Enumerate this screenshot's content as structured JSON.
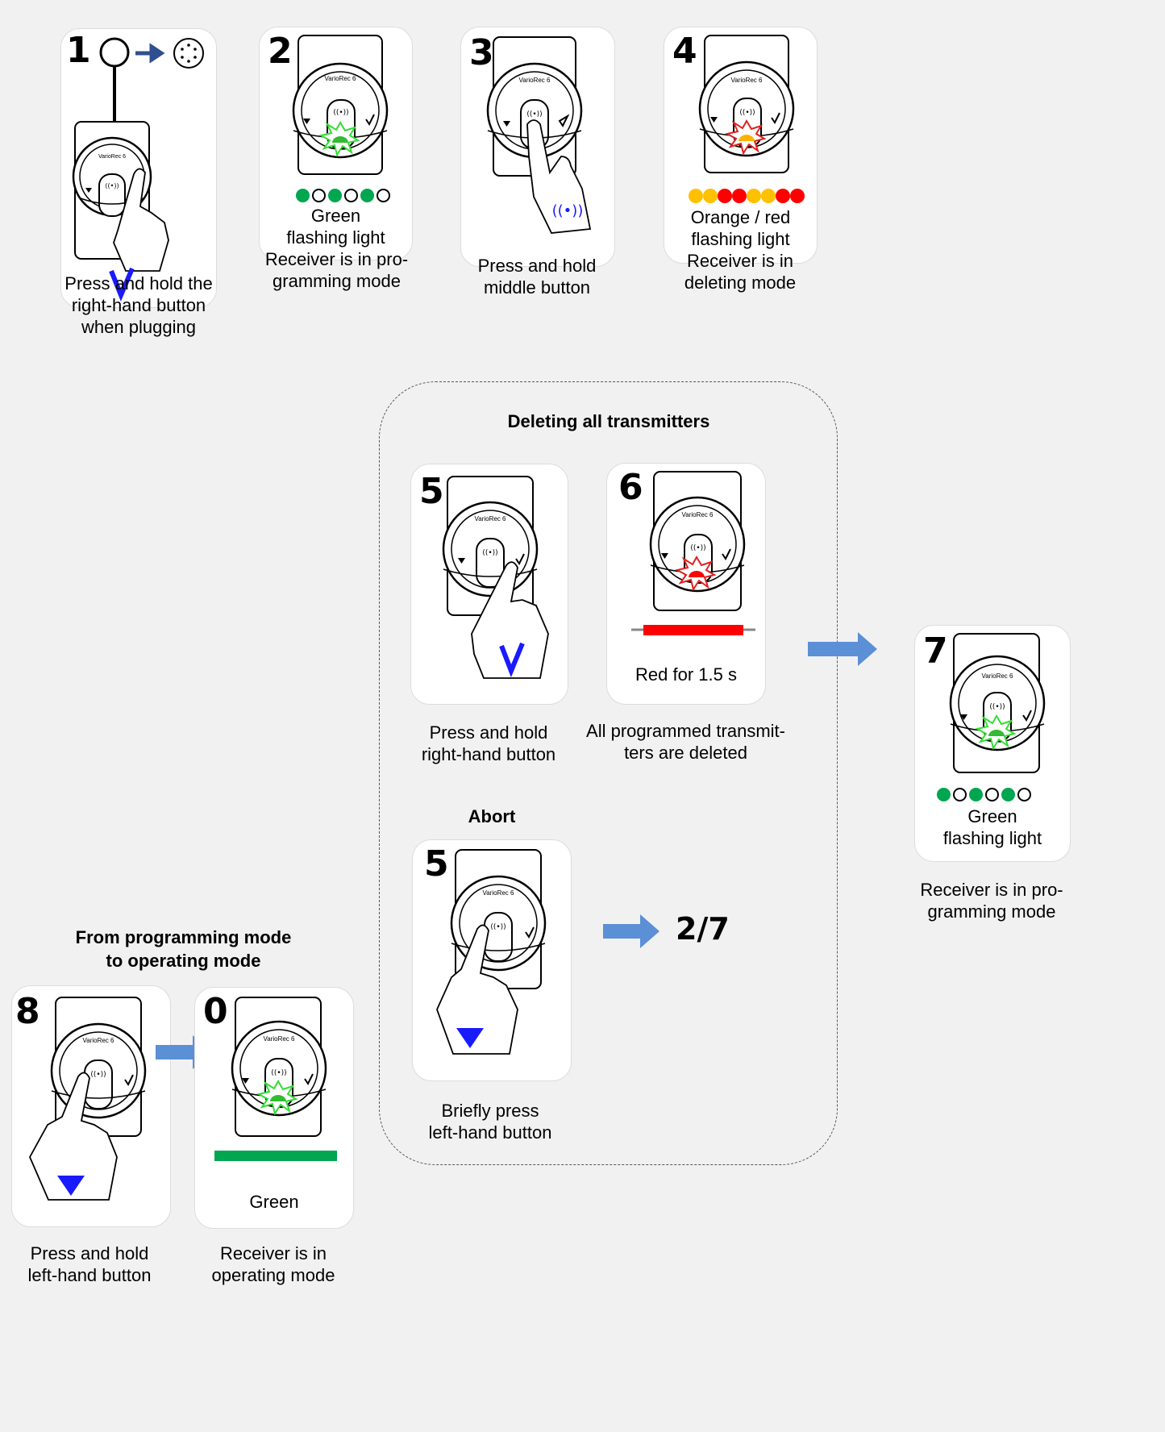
{
  "steps": {
    "s1": {
      "num": "1",
      "caption_lines": [
        "Press and hold the",
        "right-hand button",
        "when plugging"
      ]
    },
    "s2": {
      "num": "2",
      "card_lines": [
        "Green",
        "flashing light"
      ],
      "caption_lines": [
        "Receiver is in pro-",
        "gramming mode"
      ]
    },
    "s3": {
      "num": "3",
      "caption_lines": [
        "Press and hold",
        "middle button"
      ]
    },
    "s4": {
      "num": "4",
      "card_lines": [
        "Orange / red",
        "flashing light"
      ],
      "caption_lines": [
        "Receiver is in",
        "deleting mode"
      ]
    },
    "s5": {
      "num": "5",
      "caption_lines": [
        "Press and hold",
        "right-hand button"
      ]
    },
    "s6": {
      "num": "6",
      "card_text": "Red for 1.5 s",
      "caption_lines": [
        "All programmed transmit-",
        "ters are deleted"
      ]
    },
    "s5b": {
      "num": "5",
      "caption_lines": [
        "Briefly press",
        "left-hand button"
      ]
    },
    "s7": {
      "num": "7",
      "card_lines": [
        "Green",
        "flashing light"
      ],
      "caption_lines": [
        "Receiver is in pro-",
        "gramming mode"
      ]
    },
    "s8": {
      "num": "8",
      "caption_lines": [
        "Press and hold",
        "left-hand button"
      ]
    },
    "s0": {
      "num": "0",
      "card_text": "Green",
      "caption_lines": [
        "Receiver is in",
        "operating mode"
      ]
    }
  },
  "headings": {
    "delete_all": "Deleting all transmitters",
    "abort": "Abort",
    "prog_to_op_line1": "From programming mode",
    "prog_to_op_line2": "to operating mode"
  },
  "goto_label": "2/7",
  "device_label": "VarioRec 6",
  "colors": {
    "green": "#00a650",
    "orange": "#ffc000",
    "red": "#ff0000",
    "blue": "#0000e0",
    "arrow": "#5b8fd6"
  },
  "led_sequences": {
    "green_flash": [
      "green",
      "white",
      "green",
      "white",
      "green",
      "white"
    ],
    "orange_red_flash": [
      "orange",
      "orange",
      "red",
      "red",
      "orange",
      "orange",
      "red",
      "red"
    ]
  }
}
